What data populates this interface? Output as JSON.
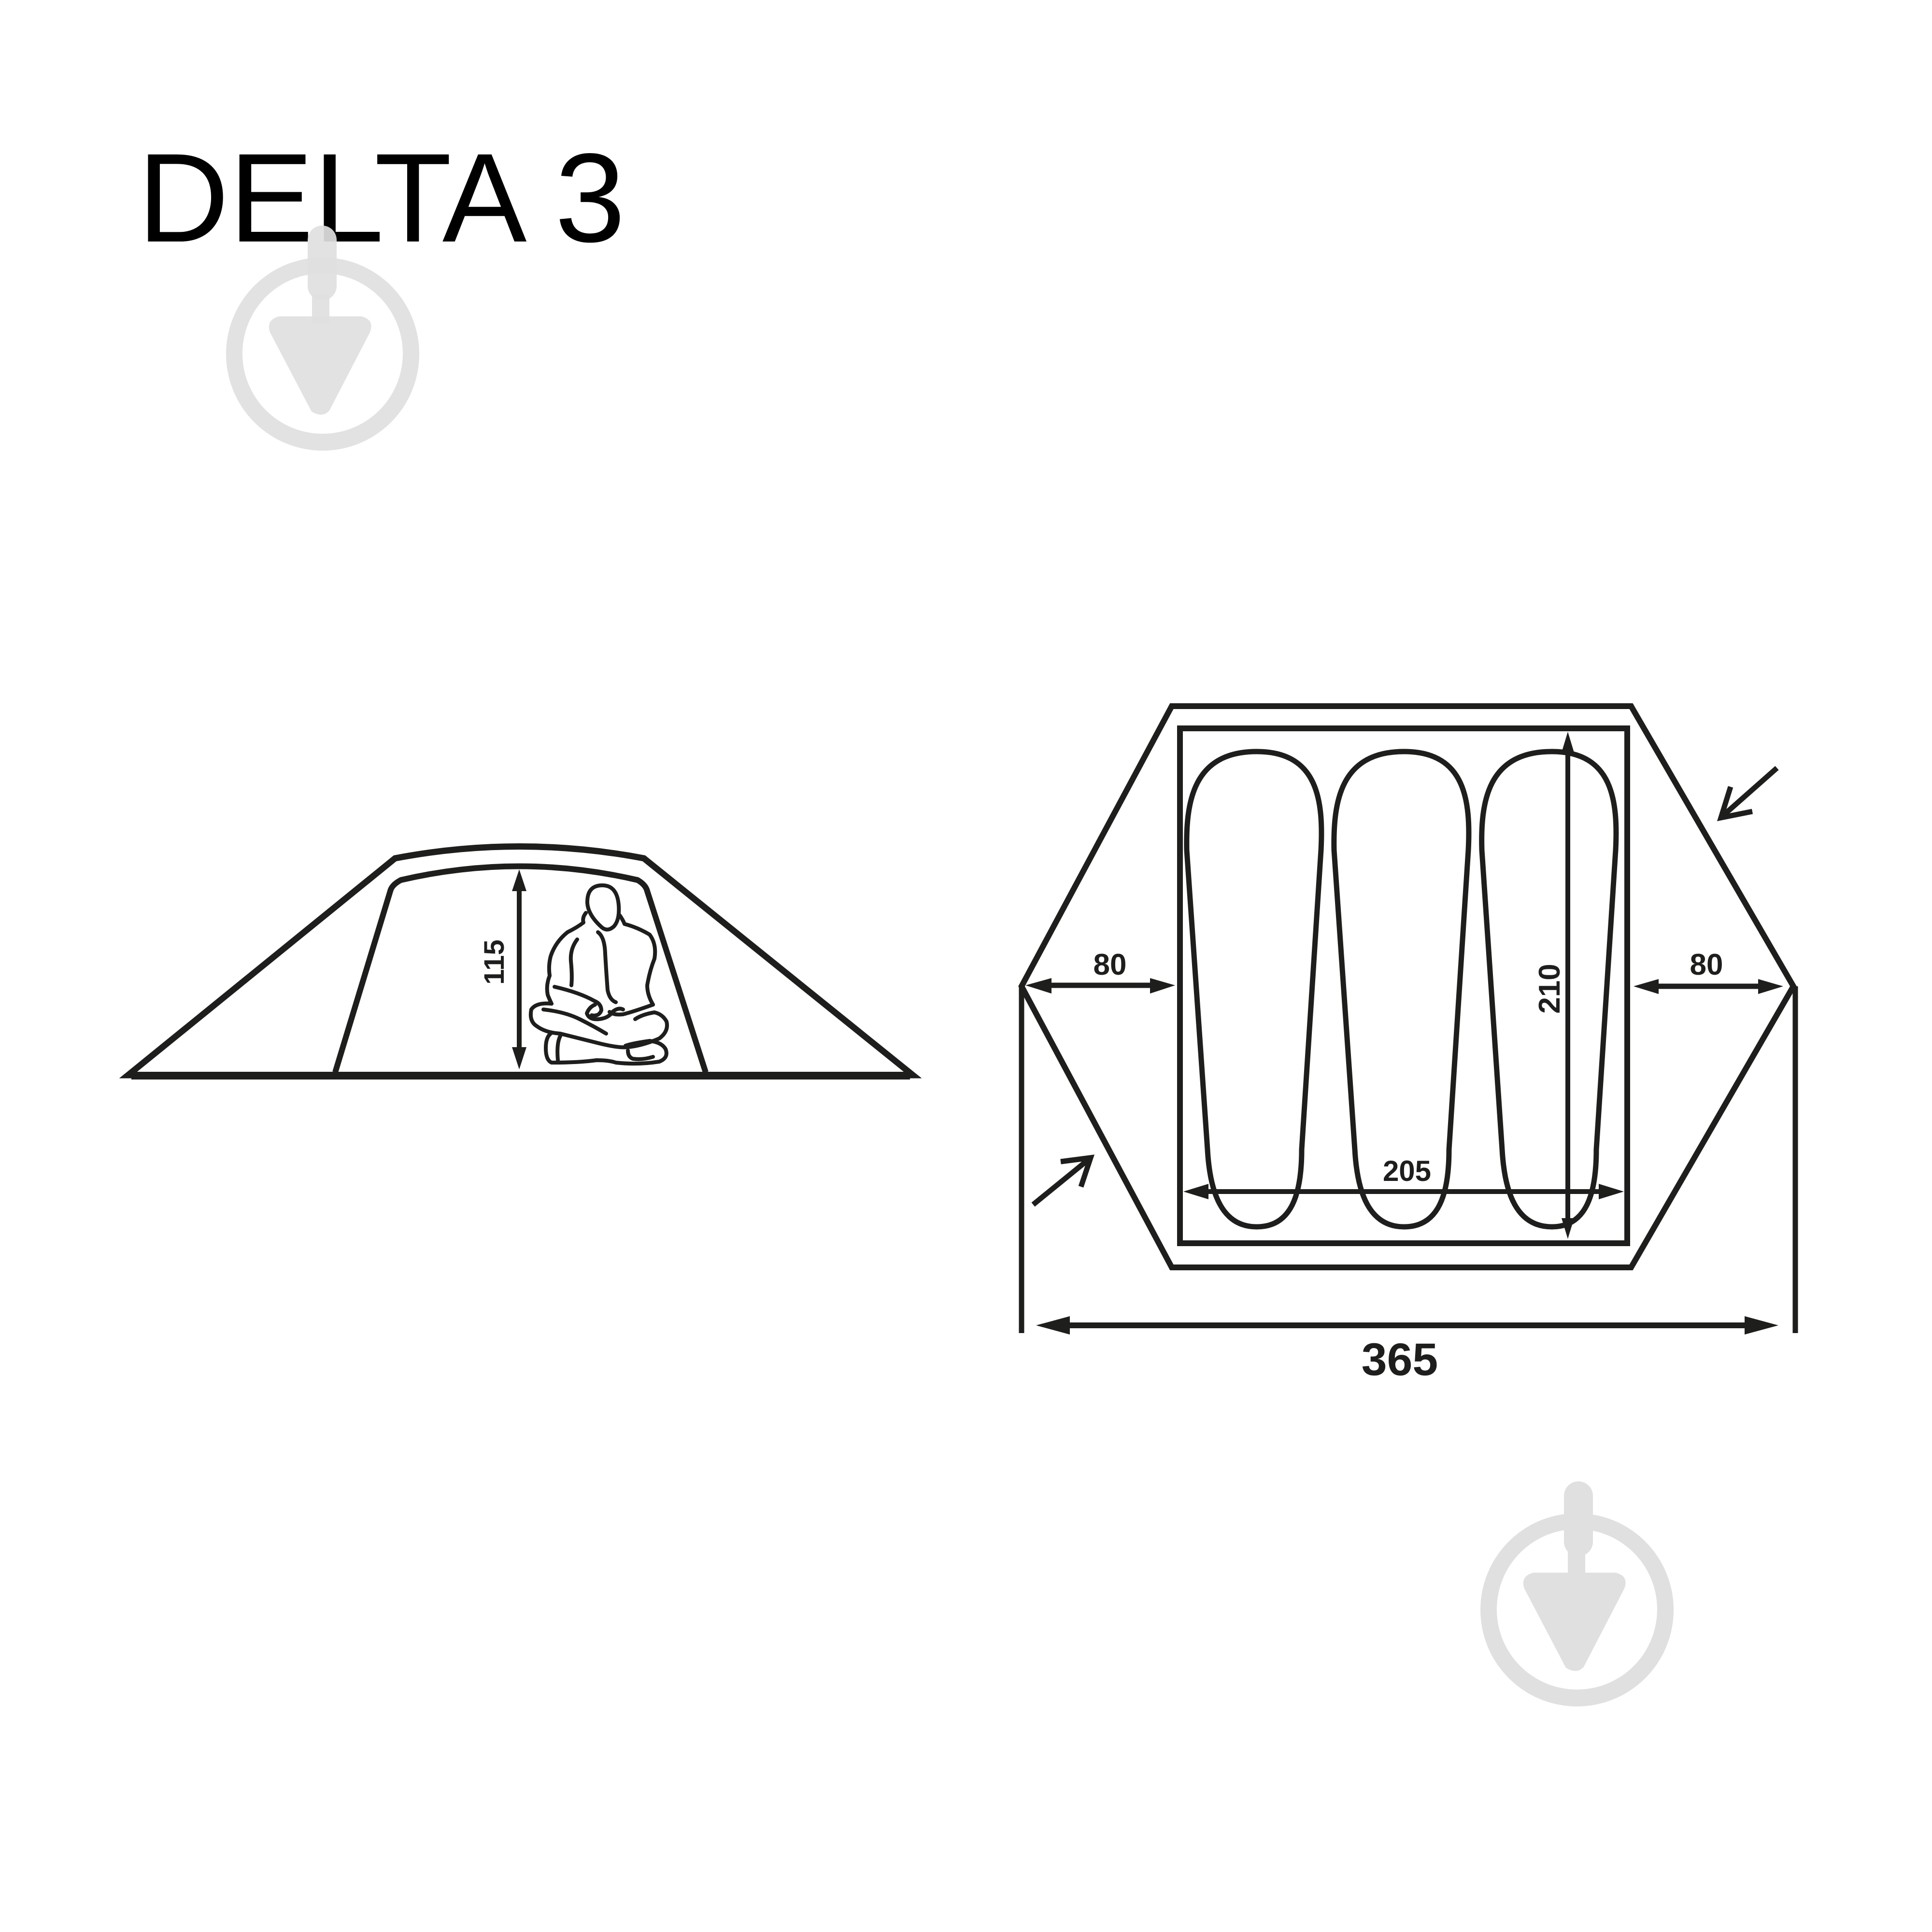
{
  "title": "DELTA 3",
  "colors": {
    "ink": "#1e1e1c",
    "title": "#000000",
    "watermark": "#e0e0e0",
    "background": "#ffffff"
  },
  "side_view": {
    "height_label": "115",
    "icons": [
      "person-sitting-icon",
      "height-arrow-icon"
    ]
  },
  "plan_view": {
    "vestibule_left_label": "80",
    "vestibule_right_label": "80",
    "inner_length_label": "210",
    "inner_width_label": "205",
    "total_length_label": "365",
    "sleeping_bags": 3,
    "icons": [
      "entrance-arrow-icon",
      "entrance-arrow-icon",
      "sleeping-bag-icon"
    ]
  },
  "watermarks": [
    {
      "icon": "download-watermark-icon",
      "position": "top-left"
    },
    {
      "icon": "download-watermark-icon",
      "position": "bottom-right"
    }
  ]
}
